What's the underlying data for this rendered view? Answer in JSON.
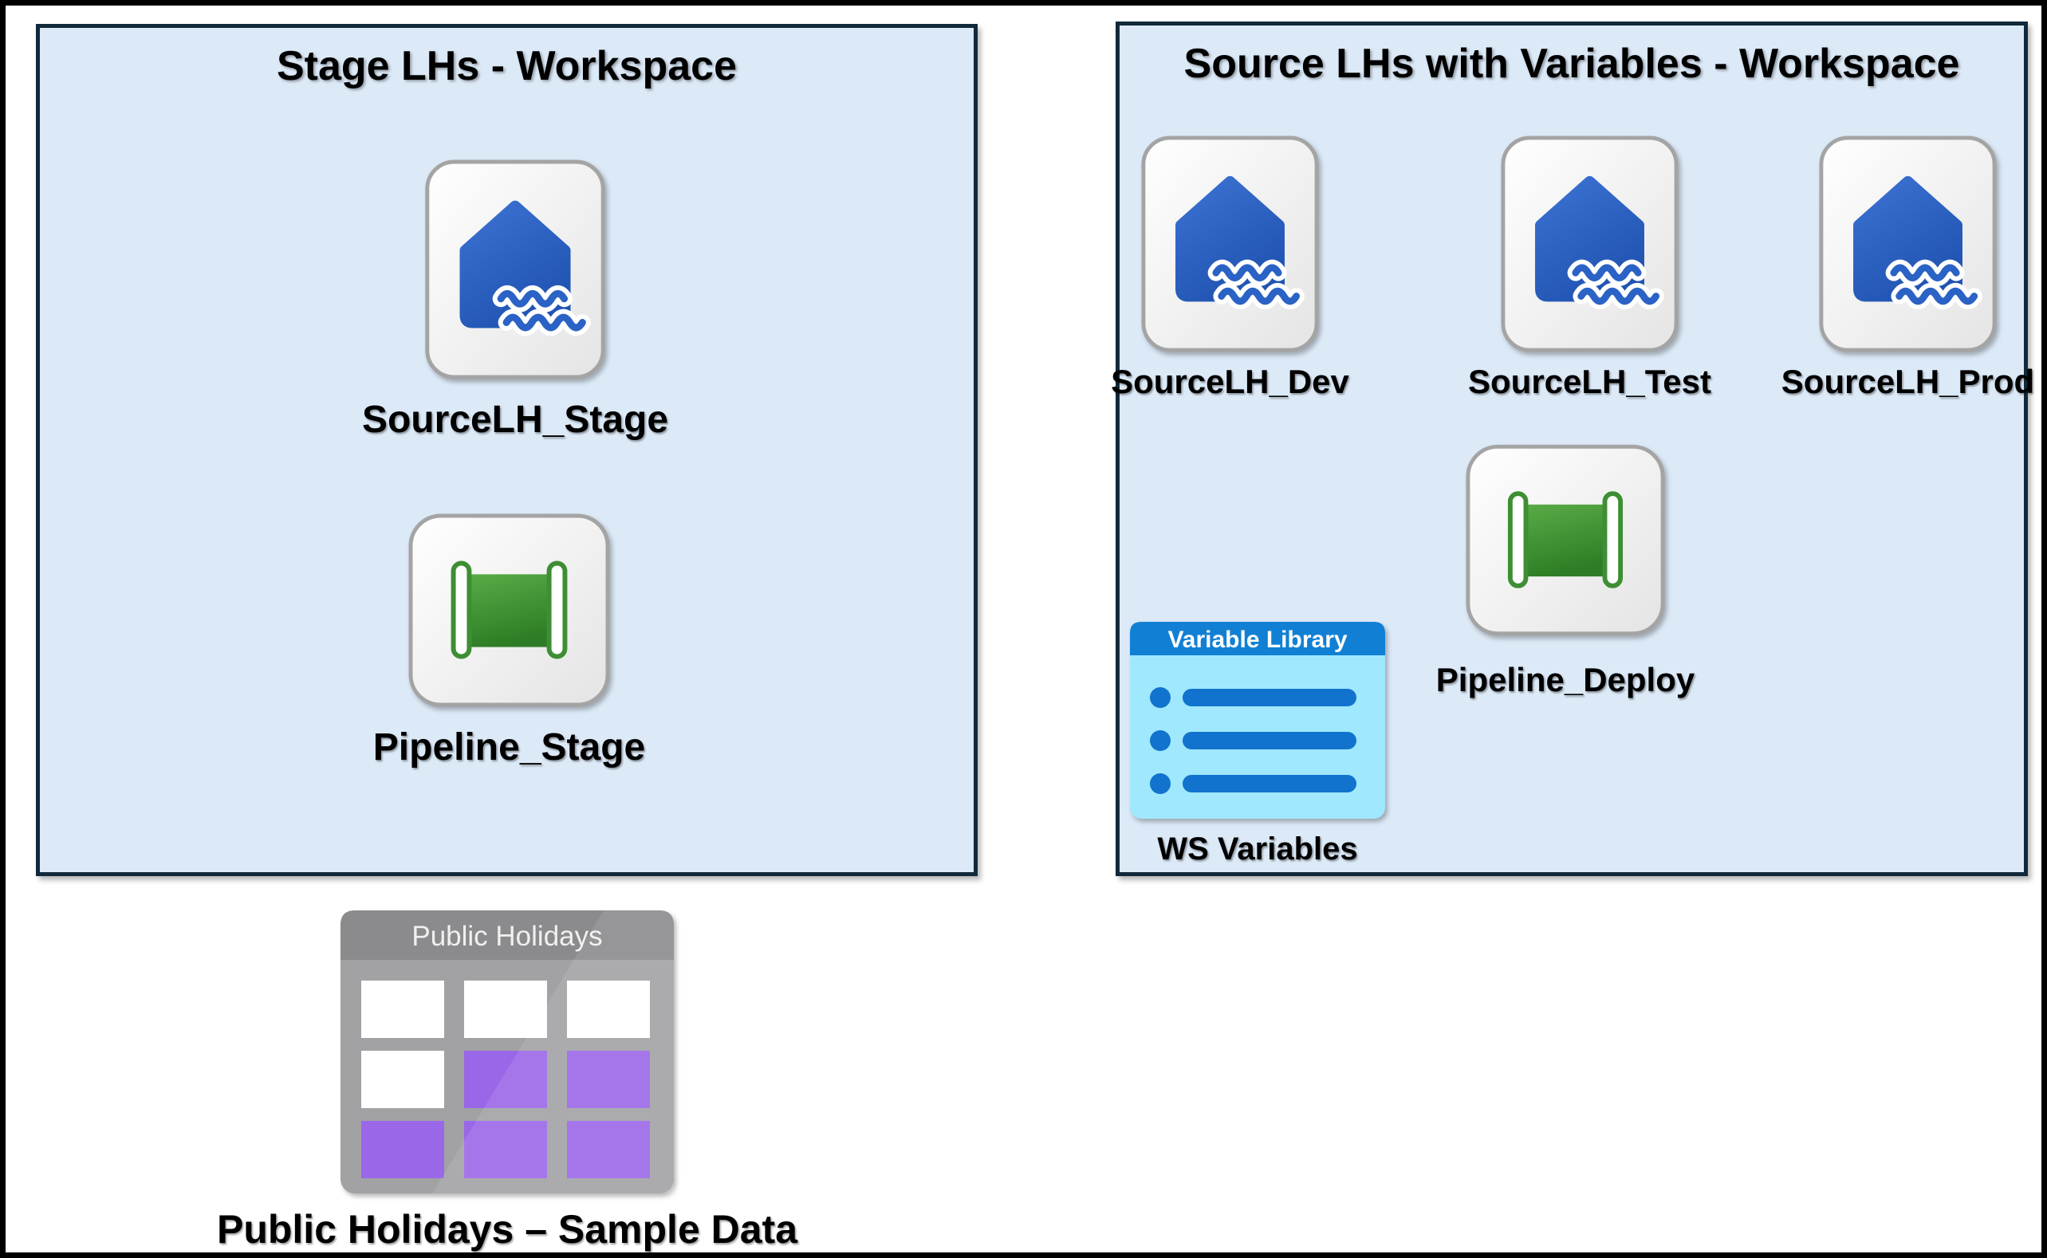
{
  "stage_workspace": {
    "title": "Stage LHs - Workspace",
    "items": [
      {
        "type": "lakehouse",
        "label": "SourceLH_Stage"
      },
      {
        "type": "pipeline",
        "label": "Pipeline_Stage"
      }
    ]
  },
  "source_workspace": {
    "title": "Source LHs with Variables - Workspace",
    "lakehouses": [
      {
        "label": "SourceLH_Dev"
      },
      {
        "label": "SourceLH_Test"
      },
      {
        "label": "SourceLH_Prod"
      }
    ],
    "pipeline": {
      "label": "Pipeline_Deploy"
    },
    "variable_library": {
      "icon_title": "Variable Library",
      "label": "WS Variables"
    }
  },
  "sample_data": {
    "icon_title": "Public Holidays",
    "label": "Public Holidays – Sample Data"
  },
  "colors": {
    "workspace_fill": "#dce9f7",
    "workspace_border": "#11293a",
    "lakehouse_blue": "#2d63c7",
    "pipeline_green": "#3e8e33",
    "variable_library_header": "#1180d4",
    "variable_library_body": "#9fe8fd",
    "variable_library_bars": "#1173cd",
    "table_body_gray": "#a2a2a4",
    "table_header_gray": "#8b8b8d",
    "table_cell_purple": "#9a67e8"
  }
}
